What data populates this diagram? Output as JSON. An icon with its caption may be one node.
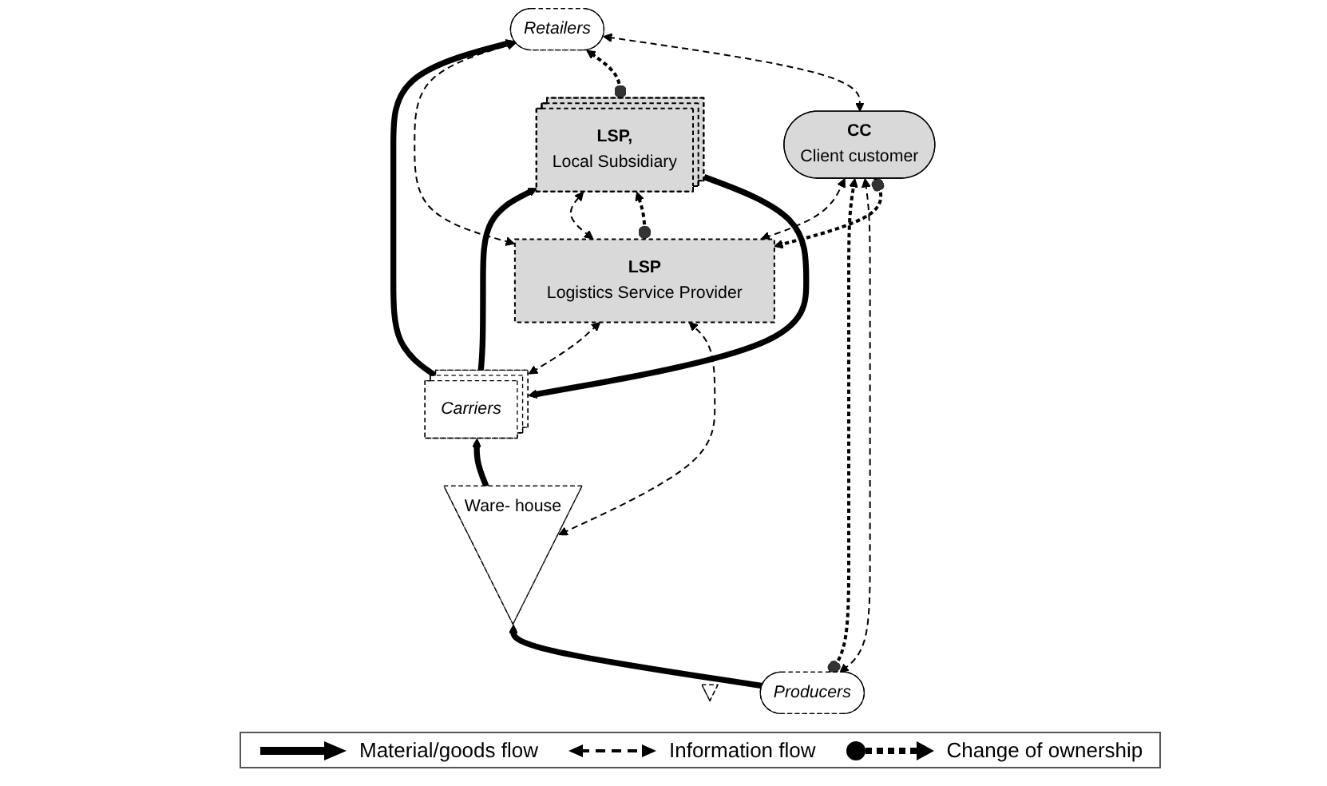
{
  "diagram": {
    "nodes": [
      {
        "text": [
          "Carriers"
        ]
      },
      {
        "text": [
          "Ware- house"
        ]
      },
      {
        "text": [
          "LSP",
          "Logistics Service Provider"
        ]
      },
      {
        "text": [
          "LSP,",
          "Local Subsidiary"
        ]
      },
      {
        "text": [],
        "shape": "triangle"
      },
      {
        "text": [
          "Producers"
        ]
      },
      {
        "text": [
          "CC",
          "Client customer"
        ]
      },
      {
        "text": [
          "Retailers"
        ]
      }
    ],
    "edges": [
      {
        "from": 5,
        "to": 1,
        "arrow": "to",
        "style": "thick"
      },
      {
        "from": 1,
        "to": 0,
        "arrow": "to",
        "style": "thick"
      },
      {
        "from": 0,
        "to": 3,
        "arrow": "to",
        "style": "thick"
      },
      {
        "from": 0,
        "to": 7,
        "arrow": "to",
        "style": "thick"
      },
      {
        "from": 3,
        "to": 0,
        "arrow": "to",
        "style": "thick"
      },
      {
        "from": 0,
        "to": 2,
        "arrow": "both",
        "style": "dashed"
      },
      {
        "from": 1,
        "to": 2,
        "arrow": "both",
        "style": "dashed"
      },
      {
        "from": 2,
        "to": 3,
        "arrow": "both",
        "style": "dashed"
      },
      {
        "from": 2,
        "to": 3,
        "arrow": "to",
        "style": "dashed"
      },
      {
        "from": 6,
        "to": 2,
        "arrow": "to",
        "style": "dashed"
      },
      {
        "from": 2,
        "to": 6,
        "arrow": "both",
        "style": "dashed"
      },
      {
        "from": 2,
        "to": 7,
        "arrow": "both",
        "style": "dashed"
      },
      {
        "from": 3,
        "to": 7,
        "arrow": "to",
        "style": "dashed"
      },
      {
        "from": 5,
        "to": 6,
        "arrow": "to",
        "style": "dashed"
      },
      {
        "from": 5,
        "to": 6,
        "arrow": "both",
        "style": "dashed"
      },
      {
        "from": 6,
        "to": 7,
        "arrow": "both",
        "style": "dashed"
      }
    ],
    "legend": [
      {
        "text": "Material/goods flow"
      },
      {
        "text": "Information flow"
      },
      {
        "text": "Change of ownership"
      }
    ]
  }
}
